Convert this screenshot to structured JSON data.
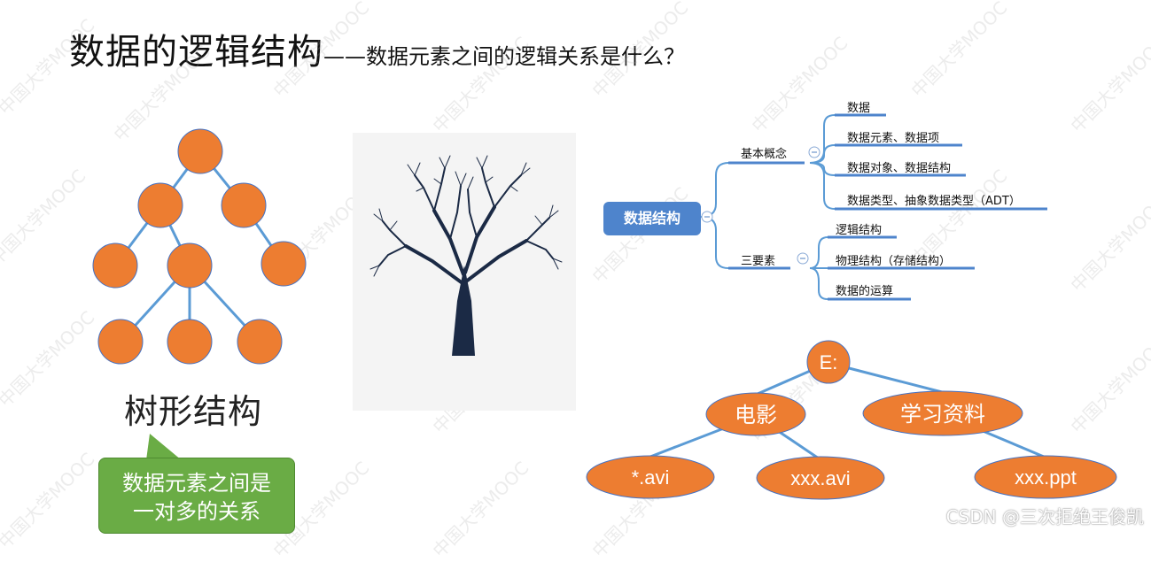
{
  "title": {
    "main": "数据的逻辑结构",
    "sub": "——数据元素之间的逻辑关系是什么？"
  },
  "tree_caption": "树形结构",
  "callout_text": [
    "数据元素之间是",
    "一对多的关系"
  ],
  "watermark": "中国大学MOOC",
  "credit": "CSDN @三次拒绝王俊凯",
  "mindmap": {
    "root": "数据结构",
    "branches": [
      {
        "label": "基本概念",
        "items": [
          "数据",
          "数据元素、数据项",
          "数据对象、数据结构",
          "数据类型、抽象数据类型（ADT）"
        ]
      },
      {
        "label": "三要素",
        "items": [
          "逻辑结构",
          "物理结构（存储结构）",
          "数据的运算"
        ]
      }
    ],
    "collapse_symbol": "⊖"
  },
  "file_tree": {
    "root": "E:",
    "level1": [
      "电影",
      "学习资料"
    ],
    "level2": [
      "*.avi",
      "xxx.avi",
      "xxx.ppt"
    ]
  },
  "colors": {
    "node_orange": "#ed7d31",
    "edge_blue": "#5b9bd5",
    "mindmap_blue": "#4e84cc",
    "callout_green": "#6aac45"
  }
}
